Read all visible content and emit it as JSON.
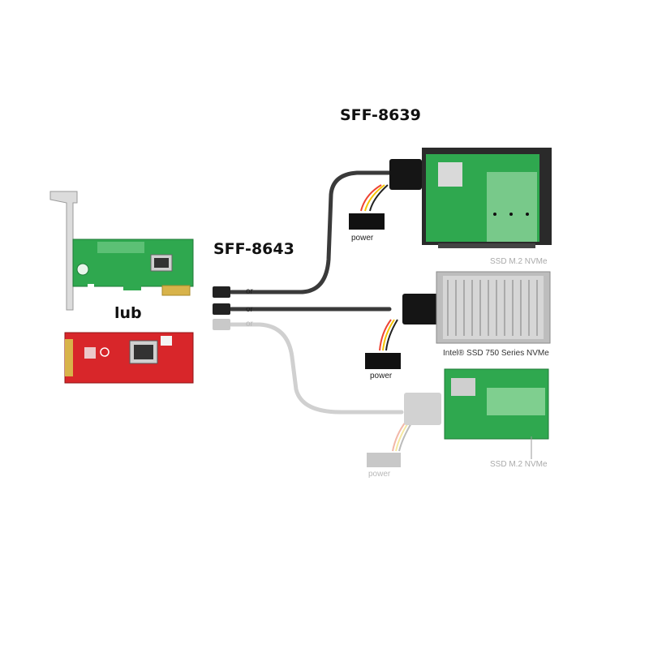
{
  "labels": {
    "sff8639": "SFF-8639",
    "sff8643": "SFF-8643",
    "lub": "lub",
    "or_1": "or",
    "or_2": "or",
    "or_3": "or",
    "power_1": "power",
    "power_2": "power",
    "power_3": "power",
    "ssd_m2_top": "SSD M.2 NVMe",
    "intel_ssd": "Intel® SSD 750 Series NVMe",
    "ssd_m2_bottom": "SSD M.2 NVMe"
  },
  "colors": {
    "pcb_green": "#2fa84f",
    "pcb_red": "#d8262a",
    "cable_dark": "#3a3a3a",
    "cable_light": "#cfcfcf",
    "bracket": "#d9d9d9"
  }
}
